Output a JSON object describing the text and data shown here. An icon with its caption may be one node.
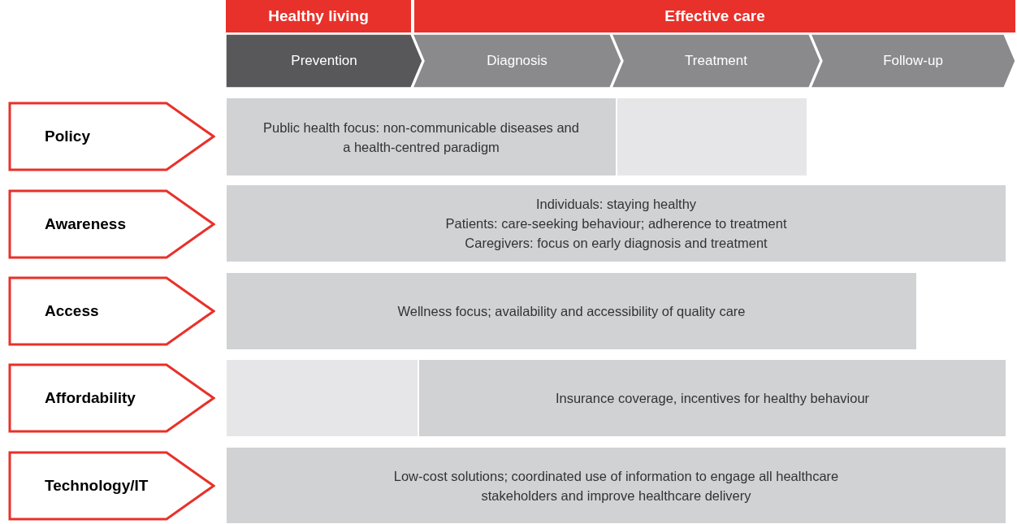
{
  "diagram": {
    "nodes": [
      {
        "text": [
          "Healthy living"
        ]
      },
      {
        "text": [
          "Effective care"
        ]
      },
      {
        "text": [
          "Prevention"
        ]
      },
      {
        "text": [
          "Diagnosis"
        ]
      },
      {
        "text": [
          "Treatment"
        ]
      },
      {
        "text": [
          "Follow-up"
        ]
      },
      {
        "text": [
          "Policy"
        ]
      },
      {
        "text": [
          "Public health focus: non-communicable diseases and a health-centred paradigm"
        ]
      },
      {
        "text": [],
        "shape": "bar"
      },
      {
        "text": [
          "Awareness"
        ]
      },
      {
        "text": [
          "Individuals: staying healthy",
          "Patients: care-seeking behaviour; adherence to treatment",
          "Caregivers: focus on early diagnosis and treatment"
        ]
      },
      {
        "text": [
          "Access"
        ]
      },
      {
        "text": [
          "Wellness focus; availability and accessibility of quality care"
        ]
      },
      {
        "text": [
          "Affordability"
        ]
      },
      {
        "text": [],
        "shape": "bar"
      },
      {
        "text": [
          "Insurance coverage, incentives for healthy behaviour"
        ]
      },
      {
        "text": [
          "Technology/IT"
        ]
      },
      {
        "text": [
          "Low-cost solutions; coordinated use of information to engage all healthcare stakeholders and improve healthcare delivery"
        ]
      }
    ]
  }
}
